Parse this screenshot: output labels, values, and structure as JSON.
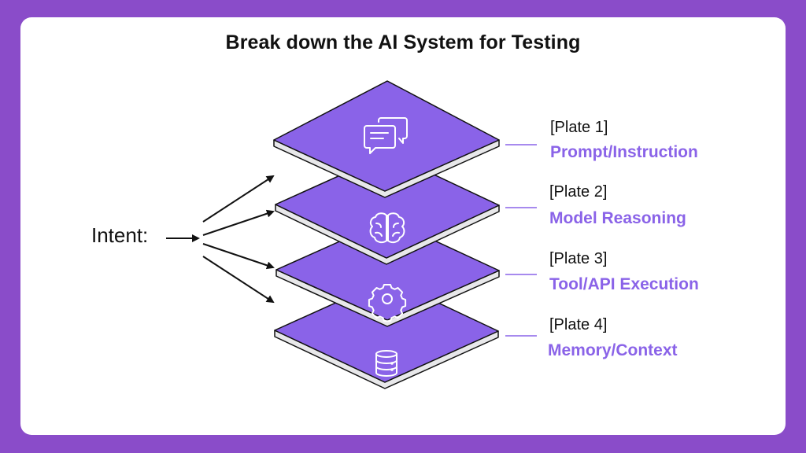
{
  "title": "Break down the AI System for Testing",
  "intent_label": "Intent:",
  "colors": {
    "background": "#8a4cc9",
    "card": "#ffffff",
    "plate_top": "#8a63e8",
    "plate_edge": "#e8e8ea",
    "accent_text": "#8a63e8"
  },
  "plates": [
    {
      "label": "[Plate 1]",
      "name": "Prompt/Instruction",
      "icon": "chat-bubbles-icon"
    },
    {
      "label": "[Plate 2]",
      "name": "Model Reasoning",
      "icon": "brain-icon"
    },
    {
      "label": "[Plate 3]",
      "name": "Tool/API Execution",
      "icon": "gear-icon"
    },
    {
      "label": "[Plate 4]",
      "name": "Memory/Context",
      "icon": "database-icon"
    }
  ]
}
